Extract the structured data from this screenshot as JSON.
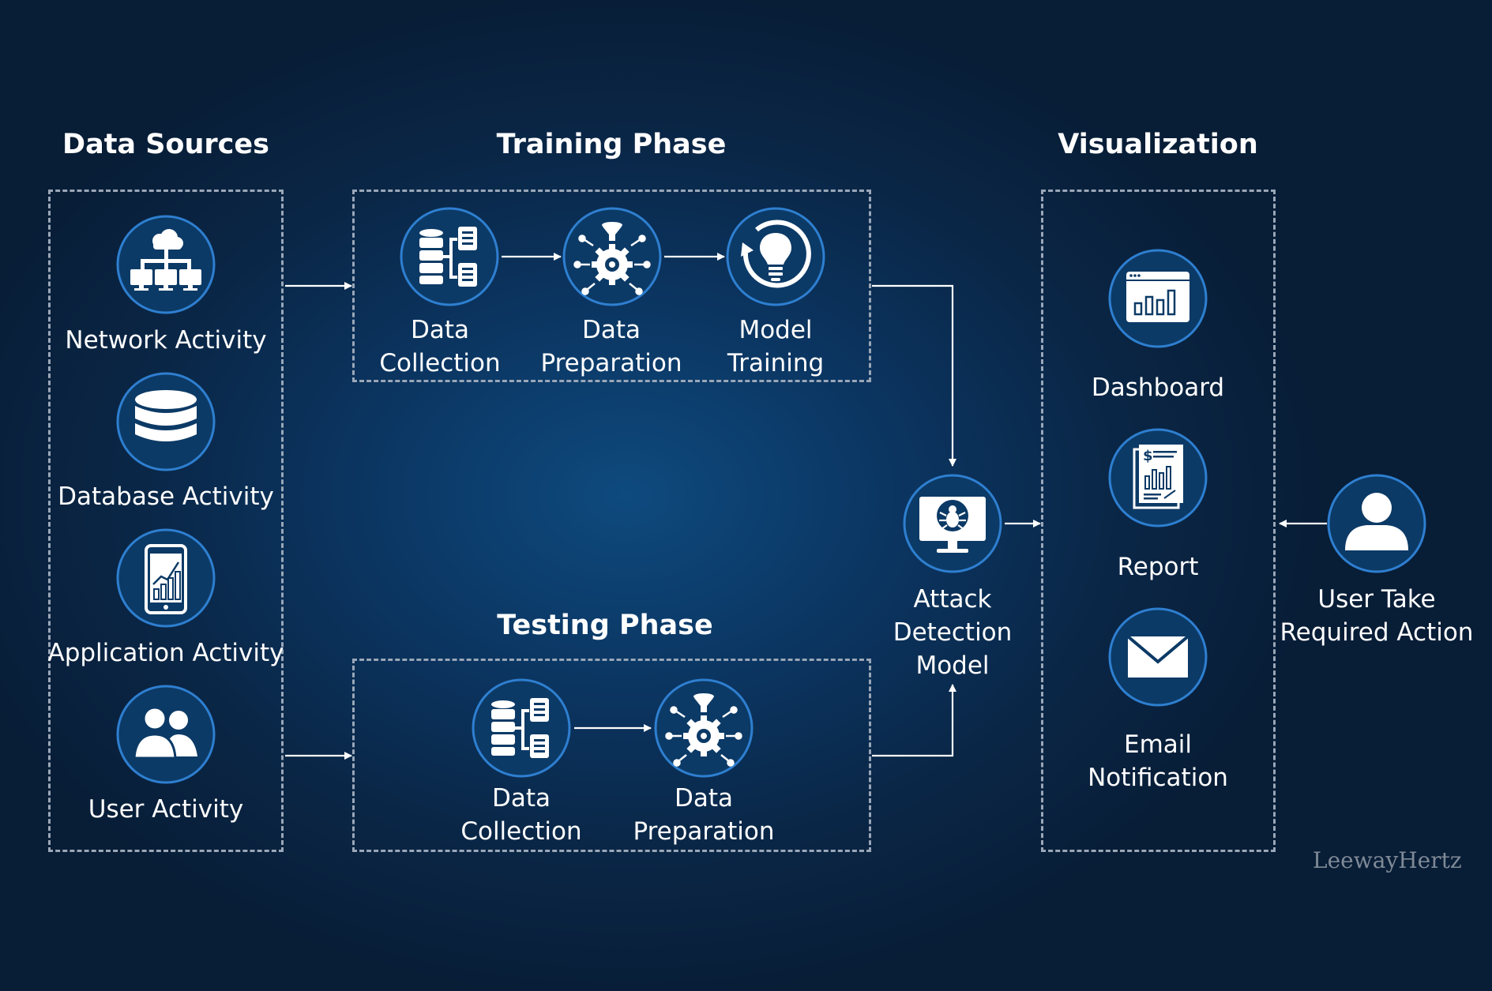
{
  "headings": {
    "data_sources": "Data Sources",
    "training": "Training Phase",
    "testing": "Testing Phase",
    "visualization": "Visualization"
  },
  "sources": {
    "network": "Network Activity",
    "database": "Database Activity",
    "application": "Application Activity",
    "user": "User Activity"
  },
  "training": {
    "collection": [
      "Data",
      "Collection"
    ],
    "preparation": [
      "Data",
      "Preparation"
    ],
    "model": [
      "Model",
      "Training"
    ]
  },
  "testing": {
    "collection": [
      "Data",
      "Collection"
    ],
    "preparation": [
      "Data",
      "Preparation"
    ]
  },
  "model": [
    "Attack",
    "Detection",
    "Model"
  ],
  "visualization": {
    "dashboard": "Dashboard",
    "report": "Report",
    "email": [
      "Email",
      "Notification"
    ]
  },
  "user_action": [
    "User Take",
    "Required Action"
  ],
  "brand": "LeewayHertz",
  "colors": {
    "background": "#0b3561",
    "circle_fill": "#0c3a66",
    "circle_stroke": "#2e7fd0",
    "dashed_border": "#9aa7b8"
  },
  "icons": {
    "network": "network-cloud-icon",
    "database": "database-icon",
    "application": "mobile-chart-icon",
    "user": "user-group-icon",
    "collection": "data-collection-icon",
    "preparation": "gear-funnel-icon",
    "model_training": "lightbulb-cycle-icon",
    "attack_model": "monitor-bug-icon",
    "dashboard": "dashboard-chart-icon",
    "report": "report-document-icon",
    "email": "envelope-icon",
    "user_action": "person-icon"
  }
}
